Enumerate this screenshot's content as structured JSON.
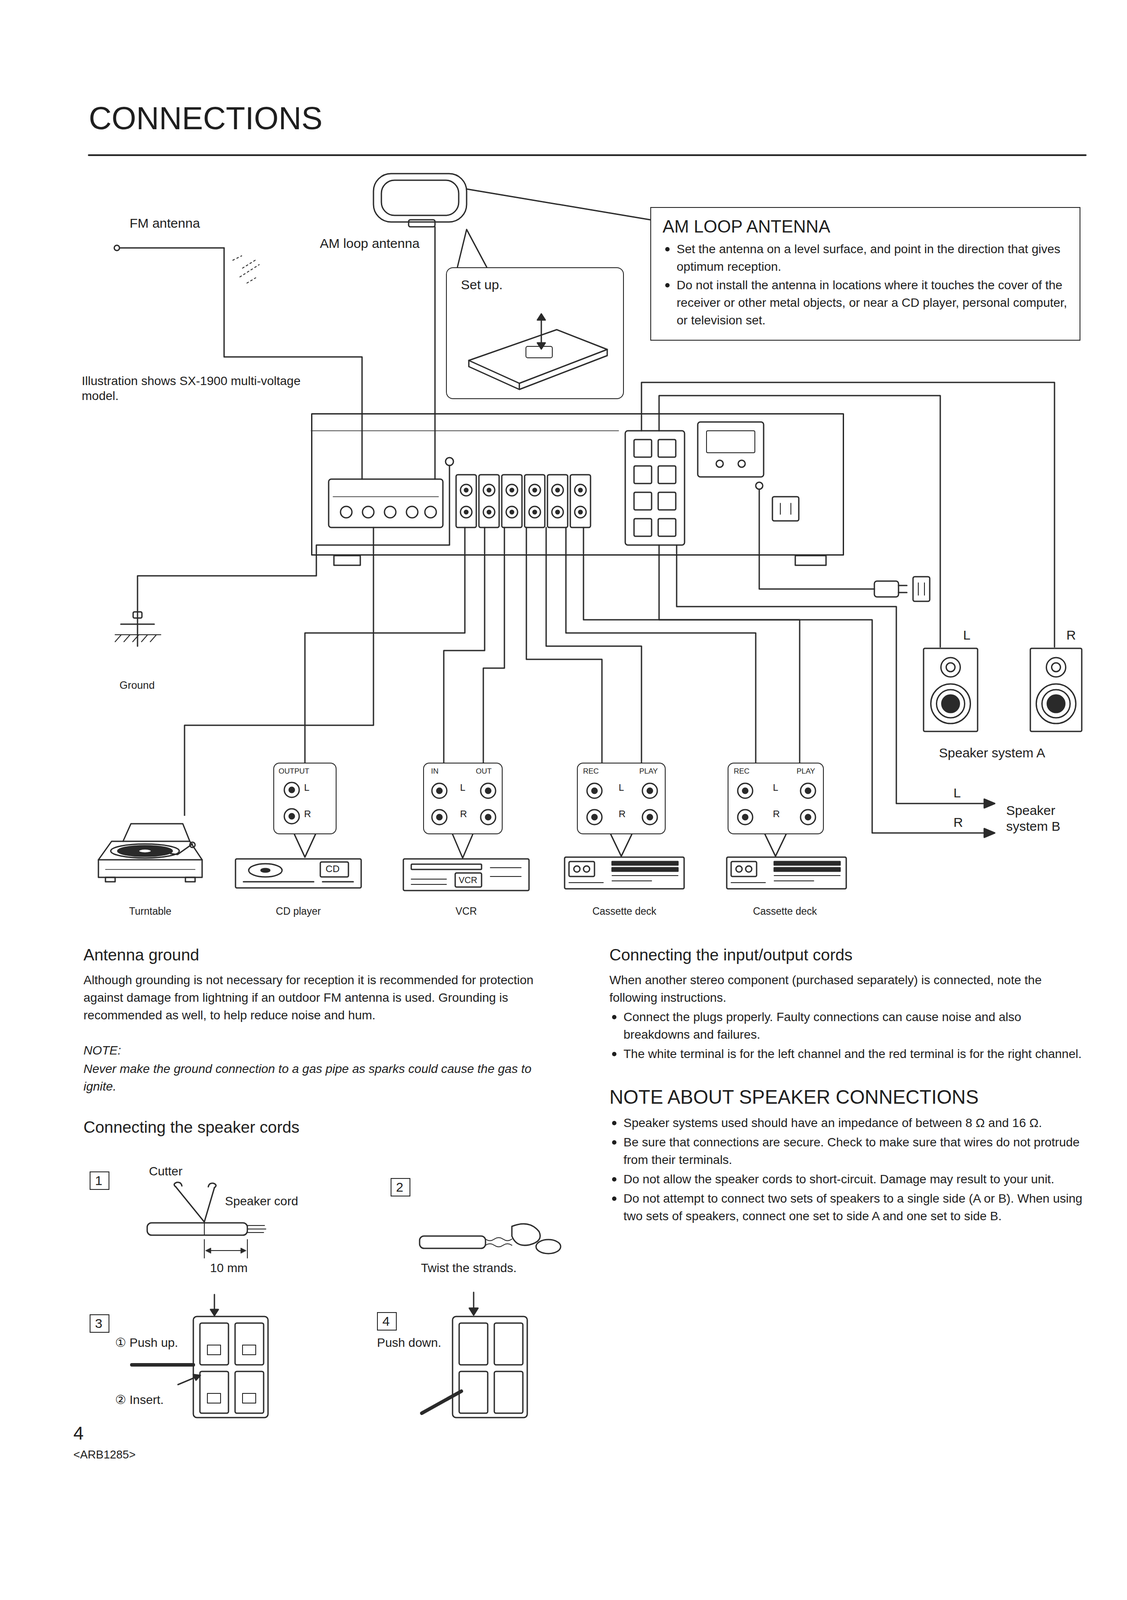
{
  "diagram": {
    "title": "CONNECTIONS",
    "nodes": [
      {
        "text": [
          "AM LOOP ANTENNA",
          "Set the antenna on a level surface, and point in the direction that gives optimum reception.",
          "Do not install the antenna in locations where it touches the cover of the receiver or other metal objects, or near a CD player, personal computer, or television set."
        ]
      },
      {
        "text": [
          "Set up."
        ]
      },
      {
        "text": [
          "Illustration shows SX-1900 multi-voltage model."
        ]
      },
      {
        "text": [
          "Turntable"
        ]
      },
      {
        "text": [
          "OUTPUT",
          "L",
          "R"
        ]
      },
      {
        "text": [
          "CD",
          "CD player"
        ]
      },
      {
        "text": [
          "IN",
          "OUT",
          "L",
          "R"
        ]
      },
      {
        "text": [
          "VCR",
          "VCR"
        ]
      },
      {
        "text": [
          "REC",
          "PLAY",
          "L",
          "R"
        ]
      },
      {
        "text": [
          "Cassette deck"
        ]
      },
      {
        "text": [
          "REC",
          "PLAY",
          "L",
          "R"
        ]
      },
      {
        "text": [
          "Cassette deck"
        ]
      },
      {
        "text": [
          "L"
        ]
      },
      {
        "text": [
          "R"
        ]
      },
      {
        "text": [
          "1"
        ]
      },
      {
        "text": [
          "2"
        ]
      },
      {
        "text": [
          "3"
        ]
      },
      {
        "text": [
          "4"
        ]
      }
    ],
    "edges": [
      {
        "from": 3,
        "to": 2,
        "arrow": "none"
      },
      {
        "from": 2,
        "to": 4,
        "arrow": "none"
      },
      {
        "from": 2,
        "to": 6,
        "arrow": "none"
      },
      {
        "from": 2,
        "to": 6,
        "arrow": "none"
      },
      {
        "from": 2,
        "to": 8,
        "arrow": "none"
      },
      {
        "from": 2,
        "to": 8,
        "arrow": "none"
      },
      {
        "from": 2,
        "to": 10,
        "arrow": "none"
      },
      {
        "from": 2,
        "to": 10,
        "arrow": "none"
      },
      {
        "from": 2,
        "to": 12,
        "arrow": "none"
      },
      {
        "from": 2,
        "to": 13,
        "arrow": "none"
      }
    ],
    "labels": [
      "FM antenna",
      "AM loop antenna",
      "Ground",
      "Speaker system A",
      "L",
      "R",
      "Speaker system B",
      "Antenna ground",
      "Although grounding is not necessary for reception it is recommended for protection against damage from lightning if an outdoor FM antenna is used. Grounding is recommended as well, to help reduce noise and hum.",
      "NOTE:",
      "Never make the ground connection to a gas pipe as sparks could cause the gas to ignite.",
      "Connecting the speaker cords",
      "Cutter",
      "Speaker cord",
      "10 mm",
      "Twist the strands.",
      "① Push up.",
      "② Insert.",
      "Push down.",
      "4",
      "<ARB1285>",
      "Connecting the input/output cords",
      "When another stereo component (purchased separately) is connected, note the following instructions.",
      "Connect the plugs properly. Faulty connections can cause noise and also breakdowns and failures.",
      "The white terminal is for the left channel and the red terminal is for the right channel.",
      "NOTE ABOUT SPEAKER CONNECTIONS",
      "Speaker systems used should have an impedance of between 8 Ω and 16 Ω.",
      "Be sure that connections are secure. Check to make sure that wires do not protrude from their terminals.",
      "Do not allow the speaker cords to short-circuit. Damage may result to your unit.",
      "Do not attempt to connect two sets of speakers to a single side (A or B). When using two sets of speakers, connect one set to side A and one set to side B."
    ]
  }
}
